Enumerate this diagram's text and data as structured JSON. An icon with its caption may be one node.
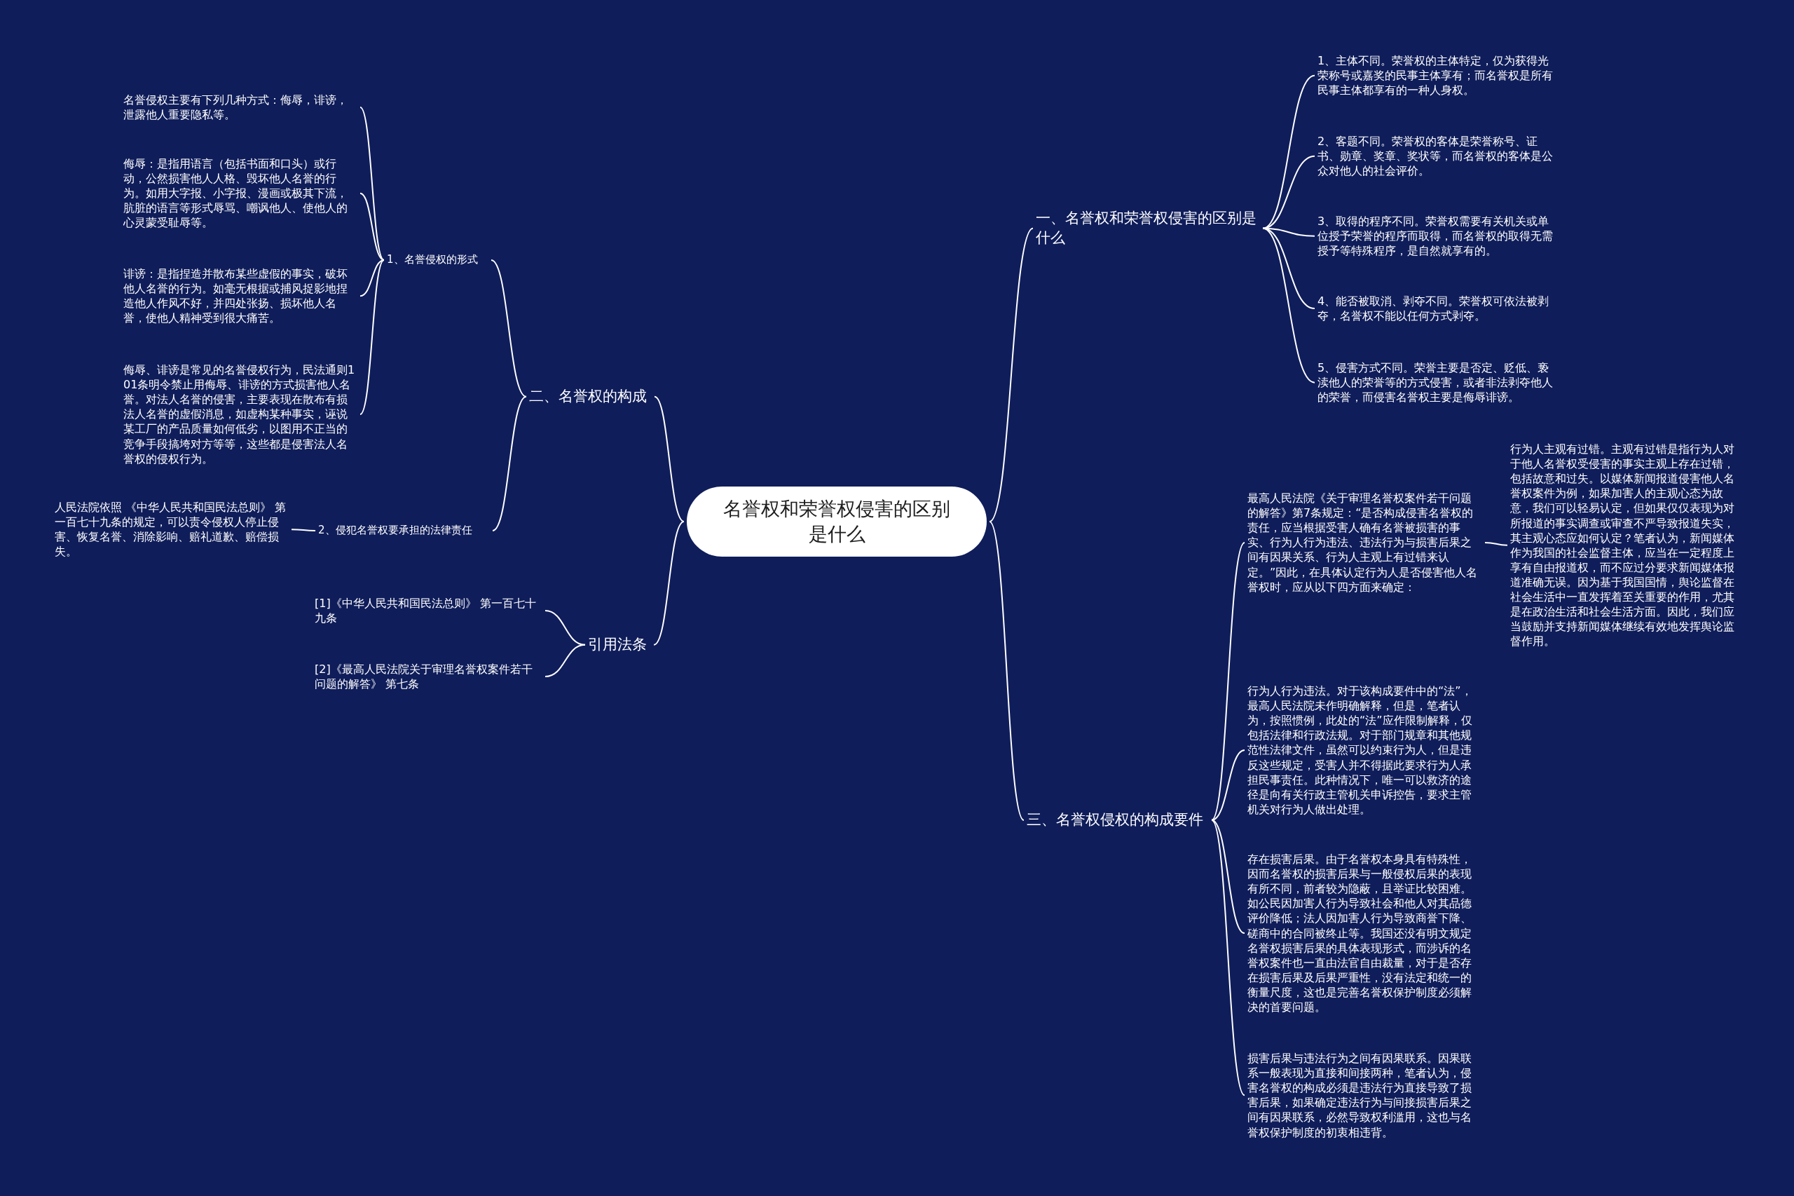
{
  "diagram": {
    "nodes": [
      {
        "text": [
          "名誉权和荣誉权侵害的区别是什么"
        ]
      },
      {
        "text": [
          "一、名誉权和荣誉权侵害的区别是什么"
        ]
      },
      {
        "text": [
          "1、主体不同。荣誉权的主体特定，仅为获得光荣称号或嘉奖的民事主体享有；而名誉权是所有民事主体都享有的一种人身权。"
        ]
      },
      {
        "text": [
          "2、客题不同。荣誉权的客体是荣誉称号、证书、勋章、奖章、奖状等，而名誉权的客体是公众对他人的社会评价。"
        ]
      },
      {
        "text": [
          "3、取得的程序不同。荣誉权需要有关机关或单位授予荣誉的程序而取得，而名誉权的取得无需授予等特殊程序，是自然就享有的。"
        ]
      },
      {
        "text": [
          "4、能否被取消、剥夺不同。荣誉权可依法被剥夺，名誉权不能以任何方式剥夺。"
        ]
      },
      {
        "text": [
          "5、侵害方式不同。荣誉主要是否定、贬低、亵渎他人的荣誉等的方式侵害，或者非法剥夺他人的荣誉，而侵害名誉权主要是侮辱诽谤。"
        ]
      },
      {
        "text": [
          "二、名誉权的构成"
        ]
      },
      {
        "text": [
          "1、名誉侵权的形式"
        ]
      },
      {
        "text": [
          "名誉侵权主要有下列几种方式：侮辱，诽谤，泄露他人重要隐私等。"
        ]
      },
      {
        "text": [
          "侮辱：是指用语言（包括书面和口头）或行动，公然损害他人人格、毁坏他人名誉的行为。如用大字报、小字报、漫画或极其下流，肮脏的语言等形式辱骂、嘲讽他人、使他人的心灵蒙受耻辱等。"
        ]
      },
      {
        "text": [
          "诽谤：是指捏造并散布某些虚假的事实，破坏他人名誉的行为。如毫无根据或捕风捉影地捏造他人作风不好，并四处张扬、损坏他人名誉，使他人精神受到很大痛苦。"
        ]
      },
      {
        "text": [
          "侮辱、诽谤是常见的名誉侵权行为，民法通则101条明令禁止用侮辱、诽谤的方式损害他人名誉。对法人名誉的侵害，主要表现在散布有损法人名誉的虚假消息，如虚构某种事实，诬说某工厂的产品质量如何低劣，以图用不正当的竞争手段搞垮对方等等，这些都是侵害法人名誉权的侵权行为。"
        ]
      },
      {
        "text": [
          "2、侵犯名誉权要承担的法律责任"
        ]
      },
      {
        "text": [
          "人民法院依照 《中华人民共和国民法总则》 第一百七十九条的规定，可以责令侵权人停止侵害、恢复名誉、消除影响、赔礼道歉、赔偿损失。"
        ]
      },
      {
        "text": [
          "引用法条"
        ]
      },
      {
        "text": [
          "[1]《中华人民共和国民法总则》 第一百七十九条"
        ]
      },
      {
        "text": [
          "[2]《最高人民法院关于审理名誉权案件若干问题的解答》 第七条"
        ]
      },
      {
        "text": [
          "三、名誉权侵权的构成要件"
        ]
      },
      {
        "text": [
          "最高人民法院《关于审理名誉权案件若干问题的解答》第7条规定：“是否构成侵害名誉权的责任，应当根据受害人确有名誉被损害的事实、行为人行为违法、违法行为与损害后果之间有因果关系、行为人主观上有过错来认定。”因此，在具体认定行为人是否侵害他人名誉权时，应从以下四方面来确定："
        ]
      },
      {
        "text": [
          "行为人主观有过错。主观有过错是指行为人对于他人名誉权受侵害的事实主观上存在过错，包括故意和过失。以媒体新闻报道侵害他人名誉权案件为例，如果加害人的主观心态为故意，我们可以轻易认定，但如果仅仅表现为对所报道的事实调查或审查不严导致报道失实，其主观心态应如何认定？笔者认为，新闻媒体作为我国的社会监督主体，应当在一定程度上享有自由报道权，而不应过分要求新闻媒体报道准确无误。因为基于我国国情，舆论监督在社会生活中一直发挥着至关重要的作用，尤其是在政治生活和社会生活方面。因此，我们应当鼓励并支持新闻媒体继续有效地发挥舆论监督作用。"
        ]
      },
      {
        "text": [
          "行为人行为违法。对于该构成要件中的“法”，最高人民法院未作明确解释，但是，笔者认为，按照惯例，此处的“法”应作限制解释，仅包括法律和行政法规。对于部门规章和其他规范性法律文件，虽然可以约束行为人，但是违反这些规定，受害人并不得据此要求行为人承担民事责任。此种情况下，唯一可以救济的途径是向有关行政主管机关申诉控告，要求主管机关对行为人做出处理。"
        ]
      },
      {
        "text": [
          "存在损害后果。由于名誉权本身具有特殊性，因而名誉权的损害后果与一般侵权后果的表现有所不同，前者较为隐蔽，且举证比较困难。如公民因加害人行为导致社会和他人对其品德评价降低；法人因加害人行为导致商誉下降、磋商中的合同被终止等。我国还没有明文规定名誉权损害后果的具体表现形式，而涉诉的名誉权案件也一直由法官自由裁量，对于是否存在损害后果及后果严重性，没有法定和统一的衡量尺度，这也是完善名誉权保护制度必须解决的首要问题。"
        ]
      },
      {
        "text": [
          "损害后果与违法行为之间有因果联系。因果联系一般表现为直接和间接两种，笔者认为，侵害名誉权的构成必须是违法行为直接导致了损害后果，如果确定违法行为与间接损害后果之间有因果联系，必然导致权利滥用，这也与名誉权保护制度的初衷相违背。"
        ]
      }
    ],
    "edges": [
      {
        "from": 0,
        "to": 1,
        "arrow": "none"
      },
      {
        "from": 1,
        "to": 2,
        "arrow": "none"
      },
      {
        "from": 1,
        "to": 3,
        "arrow": "none"
      },
      {
        "from": 1,
        "to": 4,
        "arrow": "none"
      },
      {
        "from": 1,
        "to": 5,
        "arrow": "none"
      },
      {
        "from": 1,
        "to": 6,
        "arrow": "none"
      },
      {
        "from": 0,
        "to": 7,
        "arrow": "none"
      },
      {
        "from": 7,
        "to": 8,
        "arrow": "none"
      },
      {
        "from": 8,
        "to": 9,
        "arrow": "none"
      },
      {
        "from": 8,
        "to": 10,
        "arrow": "none"
      },
      {
        "from": 8,
        "to": 11,
        "arrow": "none"
      },
      {
        "from": 8,
        "to": 12,
        "arrow": "none"
      },
      {
        "from": 7,
        "to": 13,
        "arrow": "none"
      },
      {
        "from": 13,
        "to": 14,
        "arrow": "none"
      },
      {
        "from": 0,
        "to": 15,
        "arrow": "none"
      },
      {
        "from": 15,
        "to": 16,
        "arrow": "none"
      },
      {
        "from": 15,
        "to": 17,
        "arrow": "none"
      },
      {
        "from": 0,
        "to": 18,
        "arrow": "none"
      },
      {
        "from": 18,
        "to": 19,
        "arrow": "none"
      },
      {
        "from": 19,
        "to": 20,
        "arrow": "none"
      },
      {
        "from": 18,
        "to": 21,
        "arrow": "none"
      },
      {
        "from": 18,
        "to": 22,
        "arrow": "none"
      },
      {
        "from": 18,
        "to": 23,
        "arrow": "none"
      }
    ]
  }
}
